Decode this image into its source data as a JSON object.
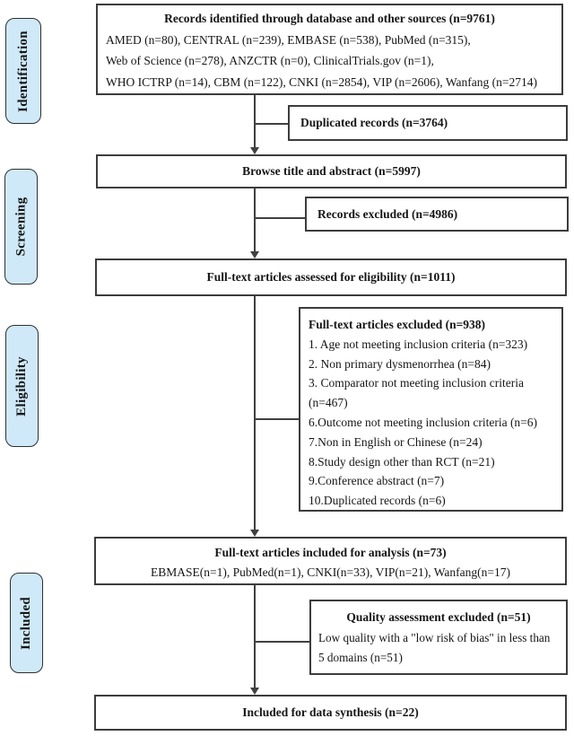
{
  "stages": [
    {
      "label": "Identification"
    },
    {
      "label": "Screening"
    },
    {
      "label": "Eligibility"
    },
    {
      "label": "Included"
    }
  ],
  "boxes": {
    "records": {
      "title": "Records identified through database and other sources (n=9761)",
      "lines": [
        "AMED (n=80), CENTRAL (n=239), EMBASE (n=538), PubMed (n=315),",
        "Web of Science (n=278), ANZCTR (n=0), ClinicalTrials.gov (n=1),",
        "WHO ICTRP (n=14), CBM (n=122), CNKI (n=2854), VIP (n=2606), Wanfang (n=2714)"
      ]
    },
    "duplicated": {
      "title": "Duplicated records (n=3764)"
    },
    "browse": {
      "title": "Browse title and abstract (n=5997)"
    },
    "records_excluded": {
      "title": "Records excluded (n=4986)"
    },
    "assessed": {
      "title": "Full-text articles assessed for eligibility (n=1011)"
    },
    "fulltext_excluded": {
      "title": "Full-text articles excluded (n=938)",
      "lines": [
        "1. Age not meeting inclusion criteria (n=323)",
        "2. Non primary dysmenorrhea (n=84)",
        "3. Comparator not meeting inclusion criteria",
        "(n=467)",
        "6.Outcome not meeting inclusion criteria (n=6)",
        "7.Non in English or Chinese (n=24)",
        "8.Study design other than RCT (n=21)",
        "9.Conference abstract (n=7)",
        "10.Duplicated records (n=6)"
      ]
    },
    "fulltext_included": {
      "title": "Full-text articles included for analysis (n=73)",
      "lines": [
        "EBMASE(n=1), PubMed(n=1), CNKI(n=33), VIP(n=21), Wanfang(n=17)"
      ]
    },
    "quality": {
      "title": "Quality assessment excluded (n=51)",
      "lines": [
        "Low quality with a \"low risk of bias\" in less than",
        "5 domains (n=51)"
      ]
    },
    "synthesis": {
      "title": "Included for data synthesis (n=22)"
    }
  },
  "colors": {
    "stage_fill": "#cfe9f8",
    "box_border": "#3c3c3c",
    "connector": "#404040",
    "text": "#151515"
  }
}
